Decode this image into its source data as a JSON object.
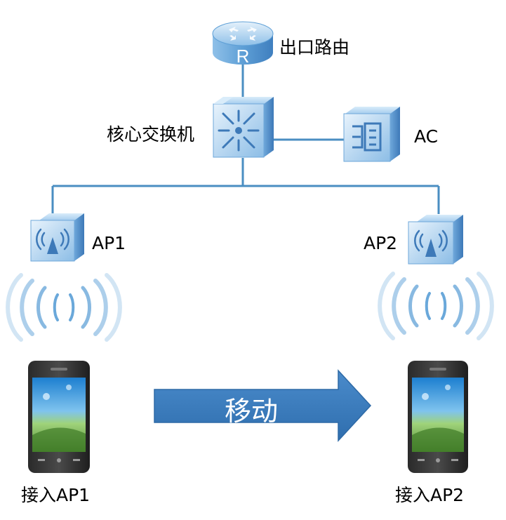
{
  "labels": {
    "router": "出口路由",
    "core_switch": "核心交换机",
    "ac": "AC",
    "ap1": "AP1",
    "ap2": "AP2",
    "phone1": "接入AP1",
    "phone2": "接入AP2",
    "move": "移动",
    "router_glyph": "R"
  },
  "colors": {
    "line": "#4a8ec2",
    "device_light": "#cfe6f7",
    "device_mid": "#7cb3e0",
    "device_dark": "#3a78b8",
    "arrow": "#3d7fc0",
    "wifi": "#6aa8da"
  },
  "icons": [
    "router-icon",
    "switch-icon",
    "ac-icon",
    "ap-icon",
    "wifi-signal-icon",
    "smartphone-icon",
    "arrow-right-icon"
  ]
}
